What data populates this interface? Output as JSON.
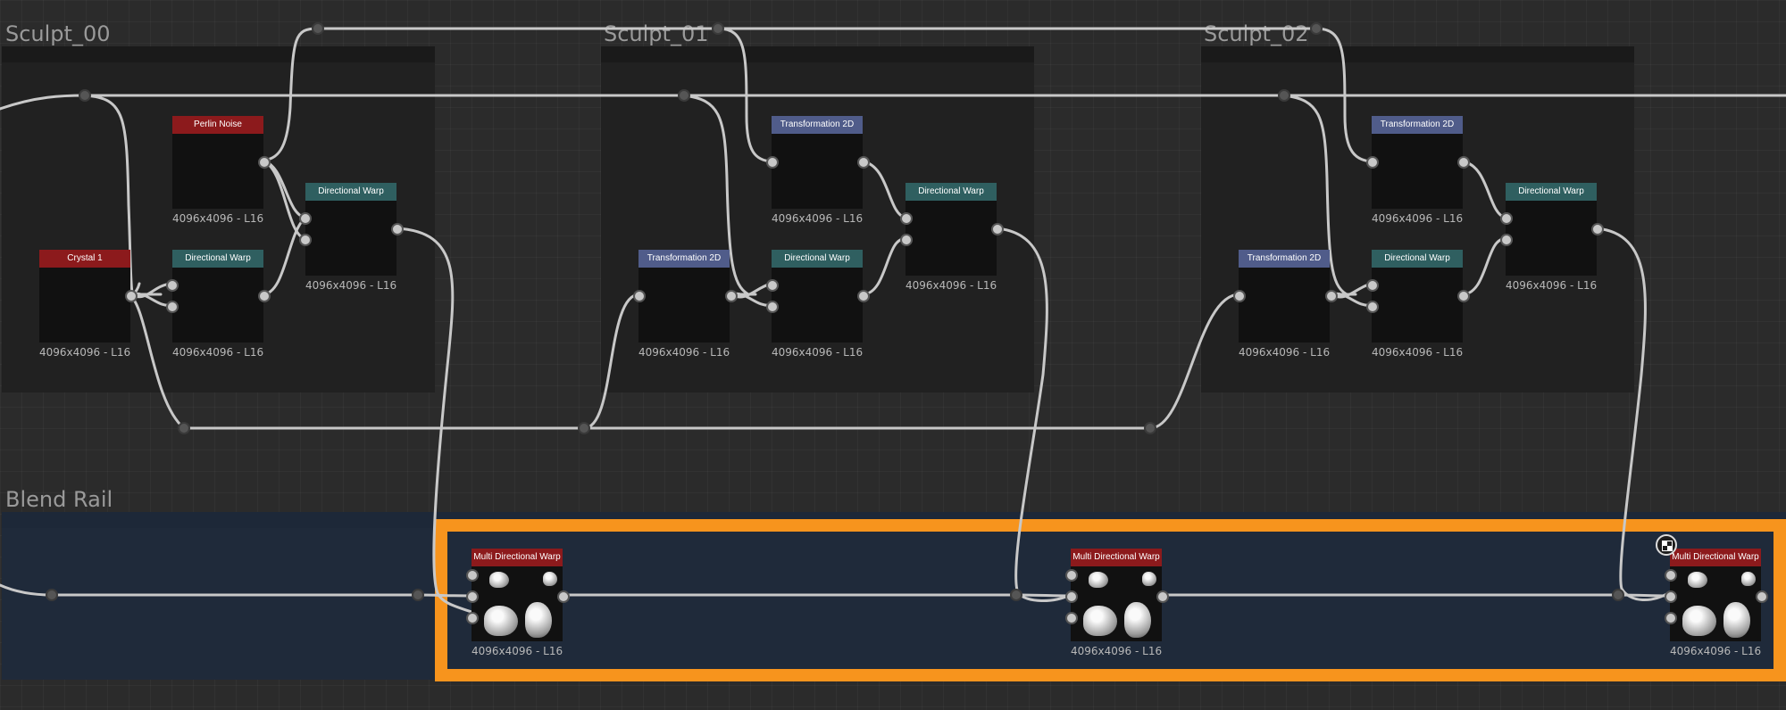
{
  "frames": [
    {
      "title": "Sculpt_00"
    },
    {
      "title": "Sculpt_01"
    },
    {
      "title": "Sculpt_02"
    }
  ],
  "blend_rail": {
    "title": "Blend Rail"
  },
  "nodes": {
    "f0": {
      "perlin": {
        "header": "Perlin Noise",
        "caption": "4096x4096 - L16"
      },
      "crystal": {
        "header": "Crystal 1",
        "caption": "4096x4096 - L16"
      },
      "warp_a": {
        "header": "Directional Warp",
        "caption": "4096x4096 - L16"
      },
      "warp_b": {
        "header": "Directional Warp",
        "caption": "4096x4096 - L16"
      }
    },
    "f1": {
      "xform_top": {
        "header": "Transformation 2D",
        "caption": "4096x4096 - L16"
      },
      "xform_low": {
        "header": "Transformation 2D",
        "caption": "4096x4096 - L16"
      },
      "warp_a": {
        "header": "Directional Warp",
        "caption": "4096x4096 - L16"
      },
      "warp_b": {
        "header": "Directional Warp",
        "caption": "4096x4096 - L16"
      }
    },
    "f2": {
      "xform_top": {
        "header": "Transformation 2D",
        "caption": "4096x4096 - L16"
      },
      "xform_low": {
        "header": "Transformation 2D",
        "caption": "4096x4096 - L16"
      },
      "warp_a": {
        "header": "Directional Warp",
        "caption": "4096x4096 - L16"
      },
      "warp_b": {
        "header": "Directional Warp",
        "caption": "4096x4096 - L16"
      }
    },
    "rail": [
      {
        "header": "Multi Directional Warp",
        "caption": "4096x4096 - L16"
      },
      {
        "header": "Multi Directional Warp",
        "caption": "4096x4096 - L16"
      },
      {
        "header": "Multi Directional Warp",
        "caption": "4096x4096 - L16"
      }
    ]
  },
  "colors": {
    "highlight": "#f7941d",
    "header_red": "#8c1a1c",
    "header_teal": "#2f5f60",
    "header_purple": "#505c8a",
    "wire": "#c8c8c8"
  },
  "icons": {
    "rail_node_corner": "checker-icon"
  }
}
